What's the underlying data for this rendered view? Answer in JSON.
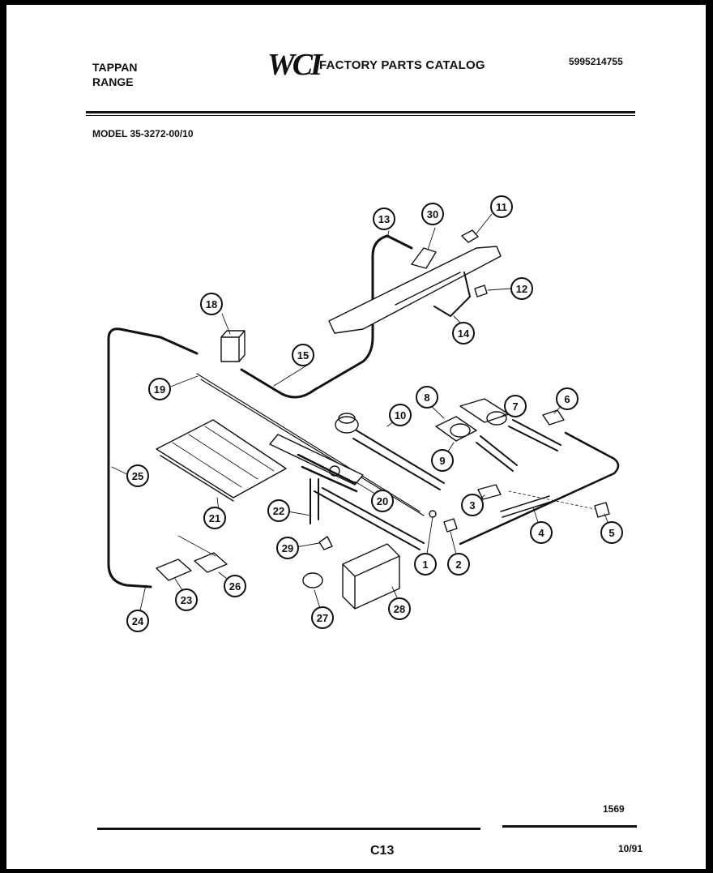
{
  "header": {
    "brand_line1": "TAPPAN",
    "brand_line2": "RANGE",
    "logo": "WCI",
    "catalog_title": "FACTORY PARTS CATALOG",
    "part_number": "5995214755",
    "model_label": "MODEL 35-3272-00/10"
  },
  "diagram": {
    "callouts": [
      "1",
      "2",
      "3",
      "4",
      "5",
      "6",
      "7",
      "8",
      "9",
      "10",
      "11",
      "12",
      "13",
      "14",
      "15",
      "18",
      "19",
      "20",
      "21",
      "22",
      "23",
      "24",
      "25",
      "26",
      "27",
      "28",
      "29",
      "30"
    ]
  },
  "footer": {
    "drawing_code": "1569",
    "page_code": "C13",
    "revision_date": "10/91"
  }
}
